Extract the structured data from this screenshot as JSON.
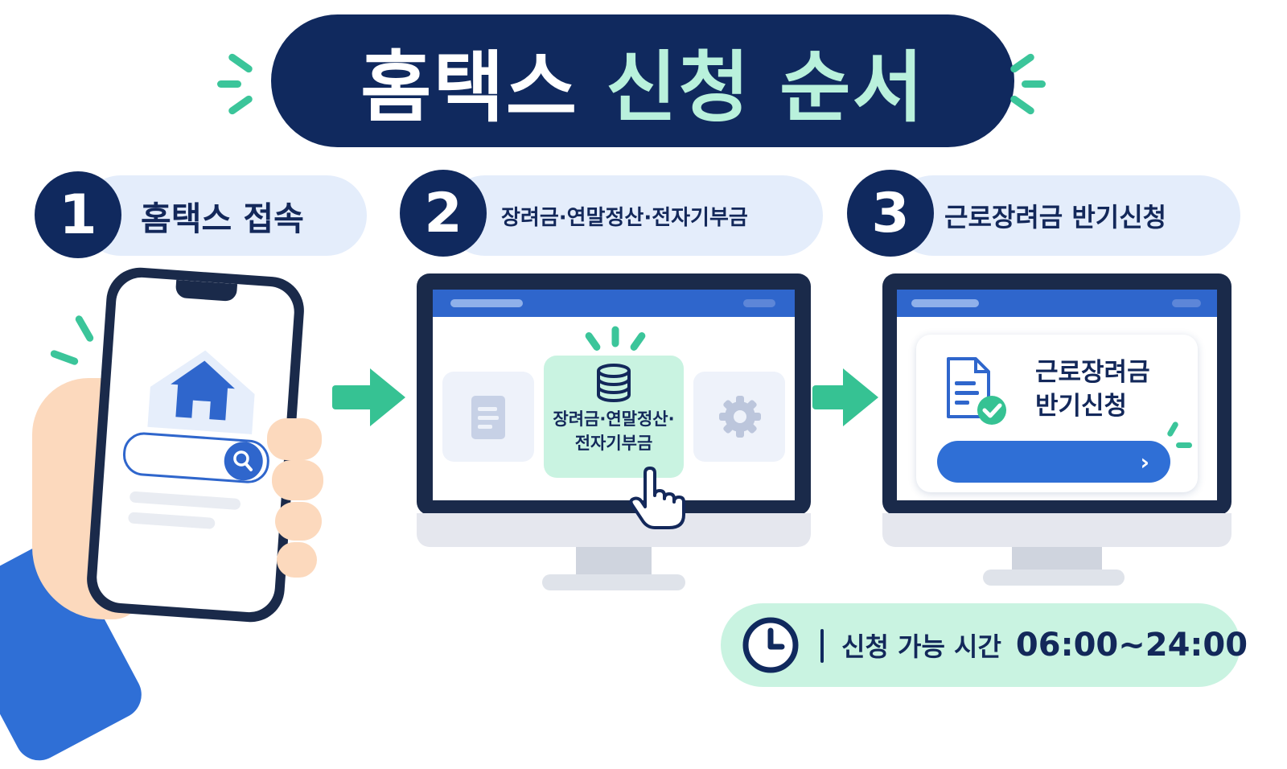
{
  "title": {
    "part1": "홈택스",
    "part2": "신청 순서"
  },
  "steps": [
    {
      "number": "1",
      "label": "홈택스 접속"
    },
    {
      "number": "2",
      "label": "장려금·연말정산·전자기부금"
    },
    {
      "number": "3",
      "label": "근로장려금 반기신청"
    }
  ],
  "screen2": {
    "menu_line1": "장려금·연말정산·",
    "menu_line2": "전자기부금"
  },
  "screen3": {
    "card_line1": "근로장려금",
    "card_line2": "반기신청",
    "button_chevron": "›"
  },
  "time_info": {
    "label": "신청 가능 시간",
    "hours": "06:00~24:00"
  },
  "colors": {
    "navy": "#10295e",
    "mint": "#b9f1dc",
    "green": "#36c293",
    "blue": "#2f6fd6",
    "light_blue": "#e4edfb"
  },
  "icons": [
    "sparkle-icon",
    "house-icon",
    "search-icon",
    "document-icon",
    "coin-stack-icon",
    "gear-icon",
    "pointer-hand-icon",
    "document-check-icon",
    "chevron-right-icon",
    "clock-icon",
    "arrow-right-icon"
  ]
}
